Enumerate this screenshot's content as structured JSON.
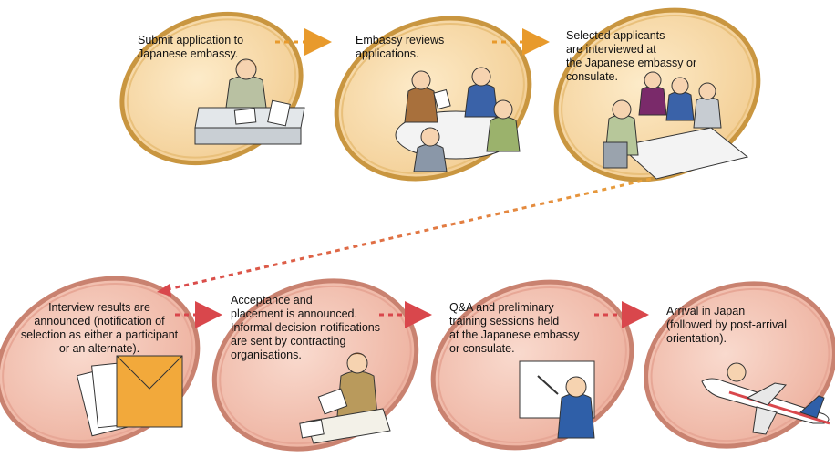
{
  "steps": [
    {
      "text": "Submit application to\nJapanese embassy."
    },
    {
      "text": "Embassy reviews\napplications."
    },
    {
      "text": "Selected applicants\nare interviewed at\nthe Japanese embassy or\nconsulate."
    },
    {
      "text": "Interview results are\nannounced (notification of\nselection as either a participant\nor an alternate)."
    },
    {
      "text": "Acceptance and\nplacement is announced.\nInformal decision notifications\nare sent by contracting\norganisations."
    },
    {
      "text": "Q&A and preliminary\ntraining sessions held\nat the Japanese embassy\nor consulate."
    },
    {
      "text": "Arrival in Japan\n(followed by post-arrival\norientation)."
    }
  ],
  "colors": {
    "top_fill": "#f8dcb0",
    "top_edge": "#c99640",
    "bottom_fill": "#f3c5b6",
    "bottom_edge": "#c98270",
    "arrow_top": "#e89a2c",
    "arrow_bottom": "#d9474c"
  }
}
